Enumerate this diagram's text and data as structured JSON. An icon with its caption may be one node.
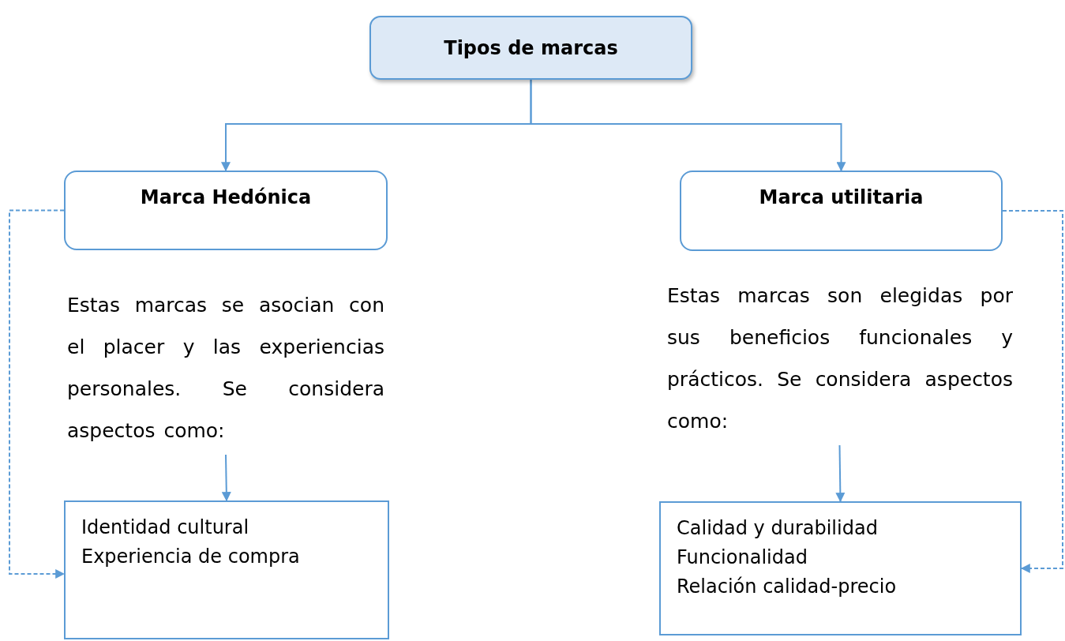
{
  "diagram": {
    "nodes": [
      {
        "text": [
          "Tipos de marcas"
        ]
      },
      {
        "text": [
          "Marca Hedónica"
        ]
      },
      {
        "text": [
          "Marca utilitaria"
        ]
      },
      {
        "text": [
          "Estas marcas se asocian con el placer y las experiencias personales. Se considera aspectos como:"
        ]
      },
      {
        "text": [
          "Estas marcas son elegidas por sus beneficios funcionales y prácticos. Se considera aspectos como:"
        ]
      },
      {
        "text": [
          "Identidad cultural",
          "Experiencia de compra"
        ]
      },
      {
        "text": [
          "Calidad y durabilidad",
          "Funcionalidad",
          "Relación calidad-precio"
        ]
      }
    ],
    "edges": [
      {
        "from": 0,
        "to": 1,
        "arrow": "to"
      },
      {
        "from": 0,
        "to": 2,
        "arrow": "to"
      },
      {
        "from": 3,
        "to": 5,
        "arrow": "to"
      },
      {
        "from": 4,
        "to": 6,
        "arrow": "to"
      },
      {
        "from": 1,
        "to": 5,
        "arrow": "to",
        "style": "dashed"
      },
      {
        "from": 2,
        "to": 6,
        "arrow": "to",
        "style": "dashed"
      }
    ]
  }
}
